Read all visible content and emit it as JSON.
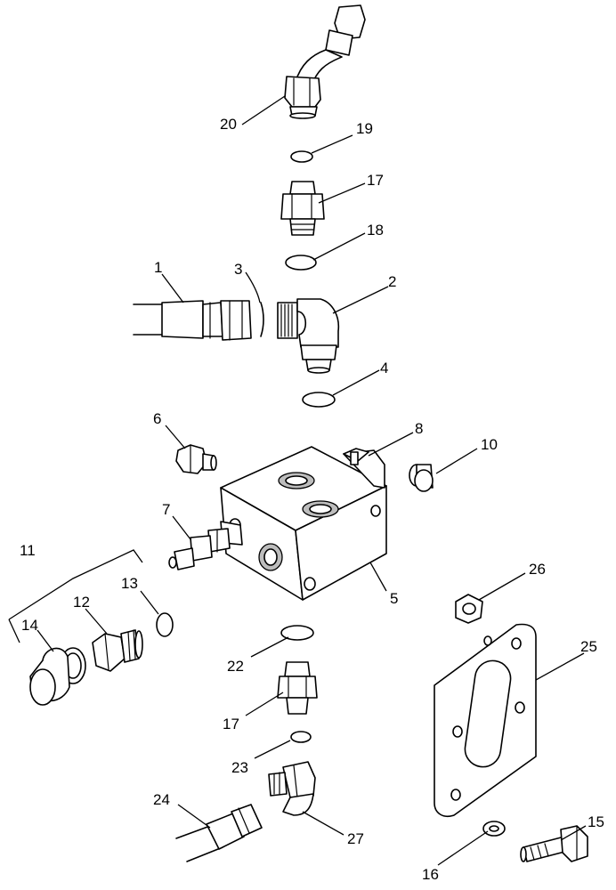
{
  "callouts": [
    {
      "id": "1",
      "text": "1"
    },
    {
      "id": "2",
      "text": "2"
    },
    {
      "id": "3",
      "text": "3"
    },
    {
      "id": "4",
      "text": "4"
    },
    {
      "id": "5",
      "text": "5"
    },
    {
      "id": "6",
      "text": "6"
    },
    {
      "id": "7",
      "text": "7"
    },
    {
      "id": "8",
      "text": "8"
    },
    {
      "id": "10",
      "text": "10"
    },
    {
      "id": "11",
      "text": "11"
    },
    {
      "id": "12",
      "text": "12"
    },
    {
      "id": "13",
      "text": "13"
    },
    {
      "id": "14",
      "text": "14"
    },
    {
      "id": "15",
      "text": "15"
    },
    {
      "id": "16",
      "text": "16"
    },
    {
      "id": "17a",
      "text": "17"
    },
    {
      "id": "17b",
      "text": "17"
    },
    {
      "id": "18",
      "text": "18"
    },
    {
      "id": "19",
      "text": "19"
    },
    {
      "id": "20",
      "text": "20"
    },
    {
      "id": "22",
      "text": "22"
    },
    {
      "id": "23",
      "text": "23"
    },
    {
      "id": "24",
      "text": "24"
    },
    {
      "id": "25",
      "text": "25"
    },
    {
      "id": "26",
      "text": "26"
    },
    {
      "id": "27",
      "text": "27"
    }
  ]
}
